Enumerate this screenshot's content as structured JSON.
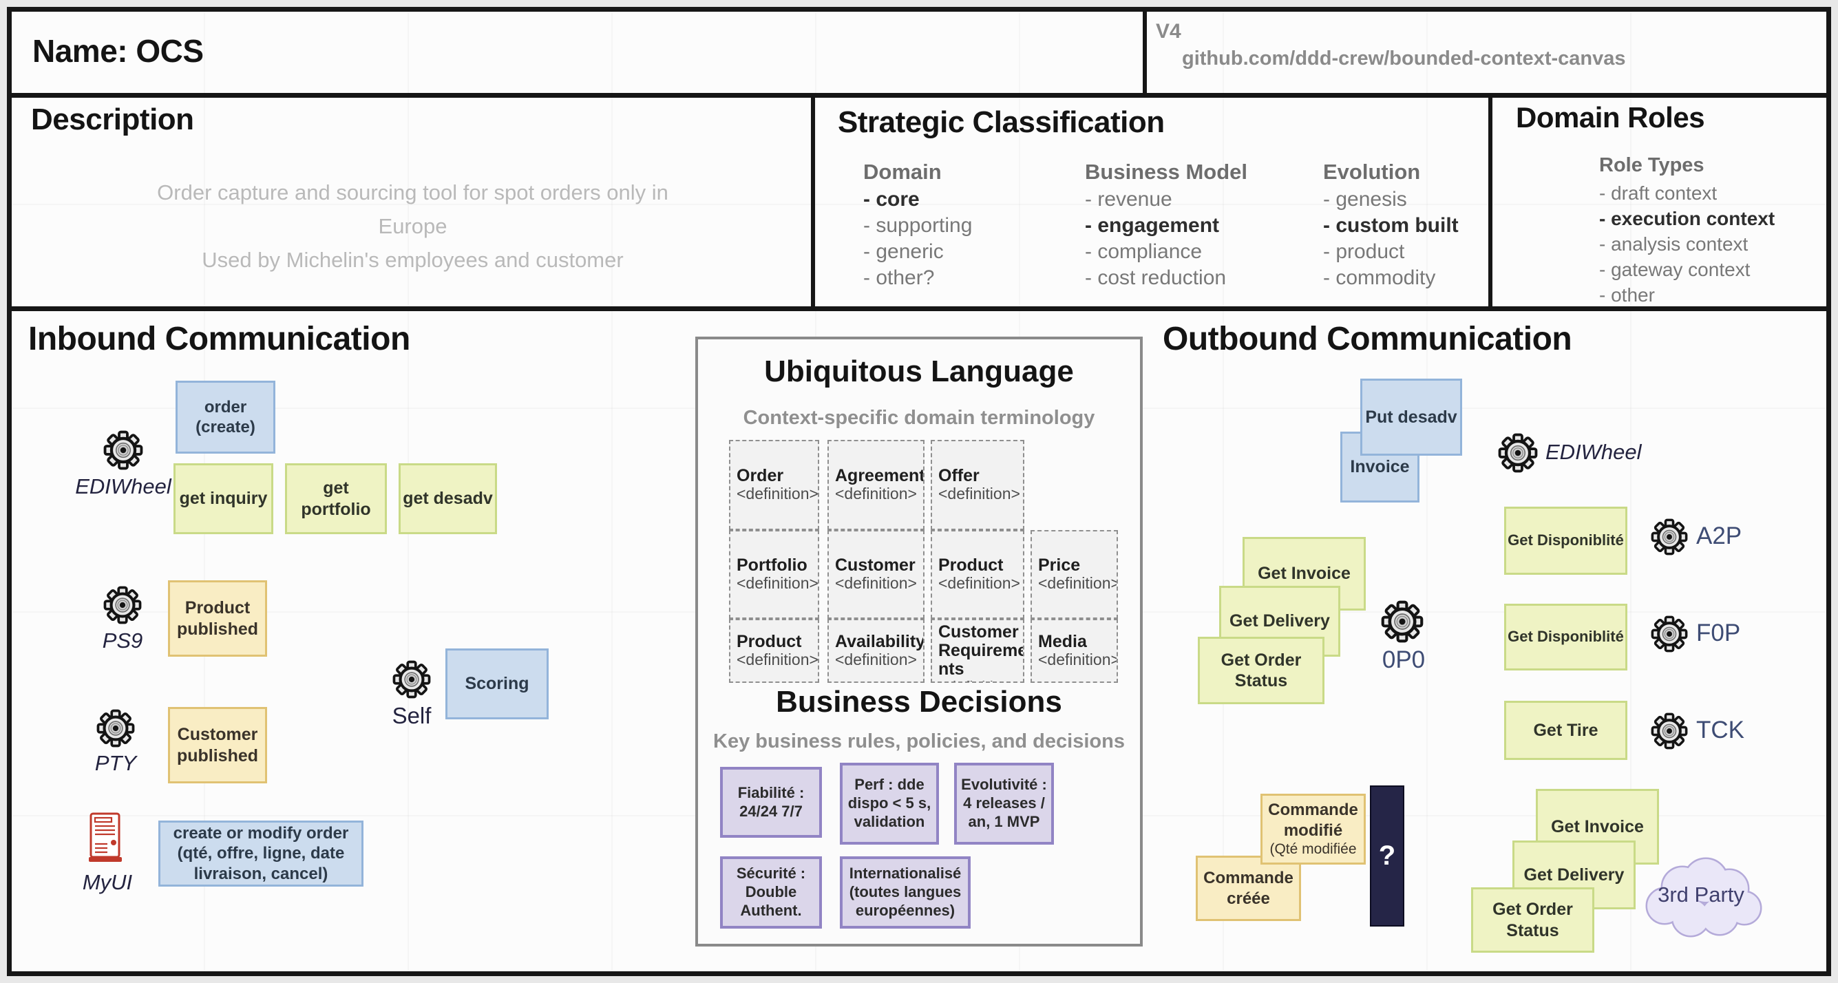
{
  "header": {
    "name": "Name: OCS",
    "version": "V4",
    "repo_link": "github.com/ddd-crew/bounded-context-canvas"
  },
  "description": {
    "title": "Description",
    "lines": [
      "Order capture and sourcing tool for spot orders only in",
      "Europe",
      "Used by Michelin's employees and customer"
    ]
  },
  "strategic_classification": {
    "title": "Strategic Classification",
    "columns": [
      {
        "heading": "Domain",
        "items": [
          "- core",
          "- supporting",
          "- generic",
          "- other?"
        ]
      },
      {
        "heading": "Business Model",
        "items": [
          "- revenue",
          "- engagement",
          "- compliance",
          "- cost reduction"
        ]
      },
      {
        "heading": "Evolution",
        "items": [
          "- genesis",
          "- custom built",
          "- product",
          "- commodity"
        ]
      }
    ]
  },
  "domain_roles": {
    "title": "Domain Roles",
    "heading": "Role Types",
    "items": [
      "- draft context",
      "- execution context",
      "- analysis context",
      "- gateway context",
      "- other"
    ]
  },
  "inbound": {
    "title": "Inbound Communication",
    "actors": [
      {
        "name": "EDIWheel",
        "icon": "gear"
      },
      {
        "name": "PS9",
        "icon": "gear"
      },
      {
        "name": "PTY",
        "icon": "gear"
      },
      {
        "name": "Self",
        "icon": "gear"
      },
      {
        "name": "MyUI",
        "icon": "document"
      }
    ],
    "messages": {
      "order_create": "order\n(create)",
      "get_inquiry": "get inquiry",
      "get_portfolio": "get portfolio",
      "get_desadv": "get desadv",
      "product_published": "Product\npublished",
      "customer_published": "Customer\npublished",
      "scoring": "Scoring",
      "create_or_modify": "create or modify order\n(qté, offre, ligne, date\nlivraison, cancel)"
    }
  },
  "ubiquitous_language": {
    "title": "Ubiquitous Language",
    "subtitle": "Context-specific domain terminology",
    "definition_placeholder": "<definition>",
    "terms": [
      "Order",
      "Agreement",
      "Offer",
      "Portfolio",
      "Customer",
      "Product",
      "Price",
      "Product",
      "Availability",
      "Customer\nRequireme\nnts",
      "Media"
    ]
  },
  "business_decisions": {
    "title": "Business Decisions",
    "subtitle": "Key business rules, policies, and decisions",
    "notes": [
      "Fiabilité :\n24/24 7/7",
      "Perf : dde\ndispo < 5 s,\nvalidation",
      "Evolutivité :\n4 releases /\nan, 1 MVP",
      "Sécurité :\nDouble\nAuthent.",
      "Internationalisé\n(toutes langues\neuropéennes)"
    ]
  },
  "outbound": {
    "title": "Outbound Communication",
    "actors": [
      {
        "name": "EDIWheel",
        "icon": "gear"
      },
      {
        "name": "0P0",
        "icon": "gear"
      },
      {
        "name": "A2P",
        "icon": "gear"
      },
      {
        "name": "F0P",
        "icon": "gear"
      },
      {
        "name": "TCK",
        "icon": "gear"
      },
      {
        "name": "3rd Party",
        "icon": "cloud"
      }
    ],
    "messages": {
      "put_desadv": "Put desadv",
      "invoice": "Invoice",
      "get_invoice": "Get Invoice",
      "get_delivery": "Get Delivery",
      "get_order_status": "Get Order\nStatus",
      "get_disponiblite": "Get Disponiblité",
      "get_tire": "Get Tire",
      "commande_modifie": "Commande\nmodifié",
      "commande_modifie_sub": "(Qté modifiée",
      "commande_creee": "Commande\ncréée",
      "question_mark": "?"
    }
  }
}
